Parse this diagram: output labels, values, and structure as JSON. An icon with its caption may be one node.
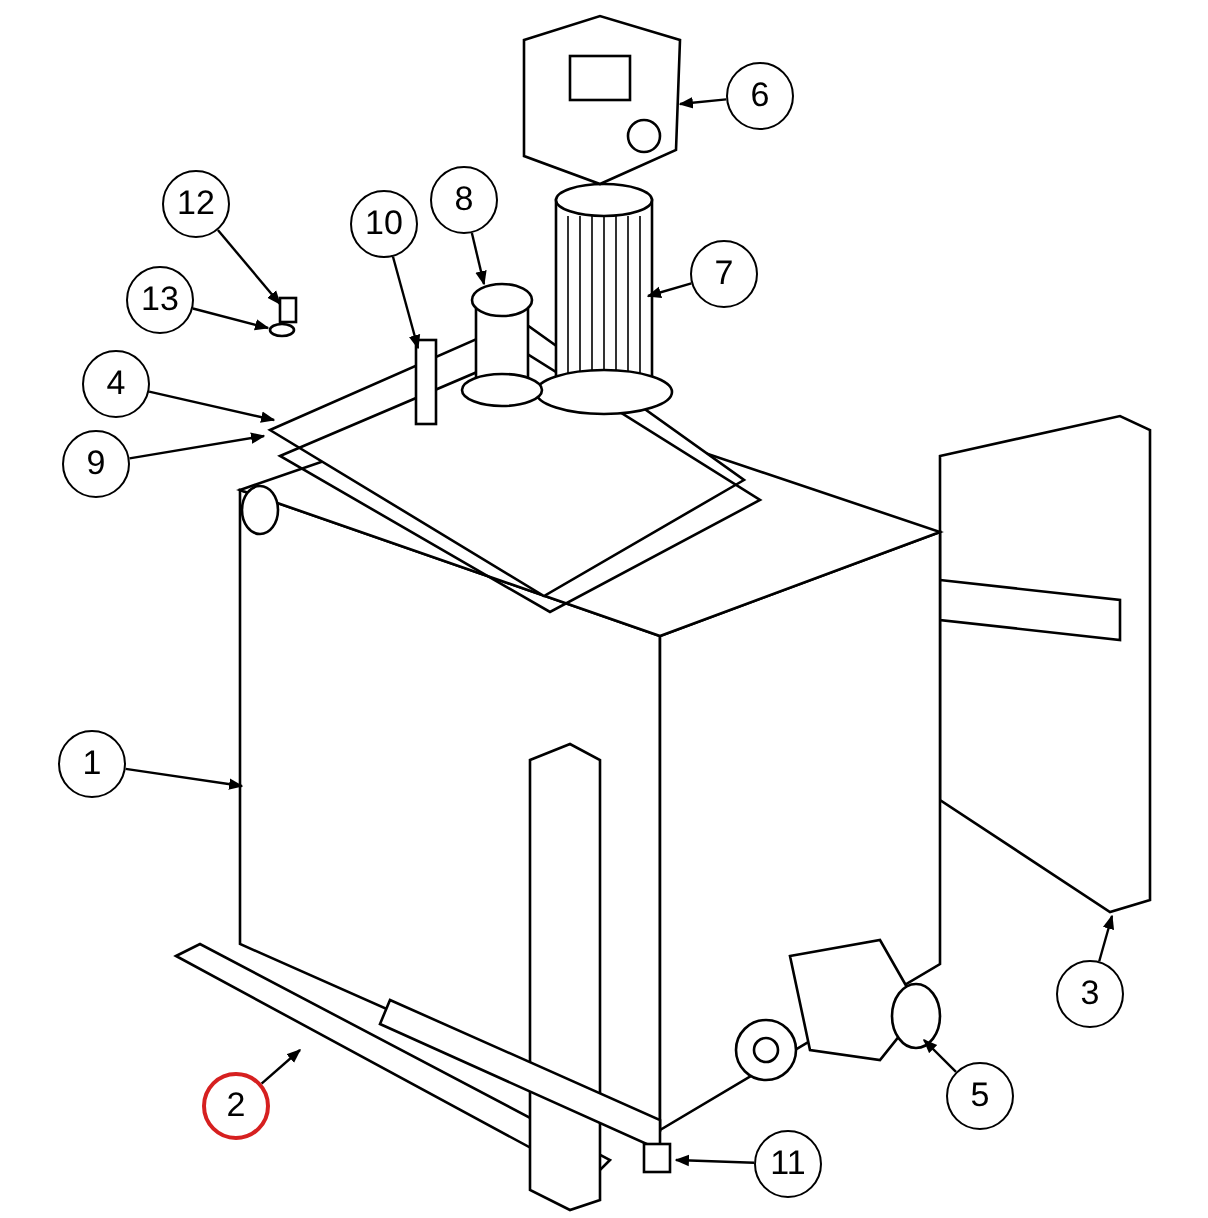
{
  "diagram": {
    "nodes": [
      {
        "text": [
          "6"
        ]
      },
      {
        "text": [
          "8"
        ]
      },
      {
        "text": [
          "12"
        ]
      },
      {
        "text": [
          "7"
        ]
      },
      {
        "text": [
          "10"
        ]
      },
      {
        "text": [
          "13"
        ]
      },
      {
        "text": [
          "4"
        ]
      },
      {
        "text": [
          "9"
        ]
      },
      {
        "text": [
          "1"
        ]
      },
      {
        "text": [
          "3"
        ]
      },
      {
        "text": [
          "5"
        ]
      },
      {
        "text": [
          "2"
        ]
      },
      {
        "text": [
          "11"
        ]
      }
    ],
    "edges": [
      {
        "from": 0,
        "to": null,
        "arrow": "to"
      },
      {
        "from": 1,
        "to": null,
        "arrow": "to"
      },
      {
        "from": 2,
        "to": null,
        "arrow": "to"
      },
      {
        "from": 3,
        "to": null,
        "arrow": "to"
      },
      {
        "from": 4,
        "to": null,
        "arrow": "to"
      },
      {
        "from": 5,
        "to": null,
        "arrow": "to"
      },
      {
        "from": 6,
        "to": null,
        "arrow": "to"
      },
      {
        "from": 7,
        "to": null,
        "arrow": "to"
      },
      {
        "from": 8,
        "to": null,
        "arrow": "to"
      },
      {
        "from": 9,
        "to": null,
        "arrow": "to"
      },
      {
        "from": 10,
        "to": null,
        "arrow": "to"
      },
      {
        "from": 11,
        "to": null,
        "arrow": "to"
      },
      {
        "from": 12,
        "to": null,
        "arrow": "to"
      }
    ]
  }
}
